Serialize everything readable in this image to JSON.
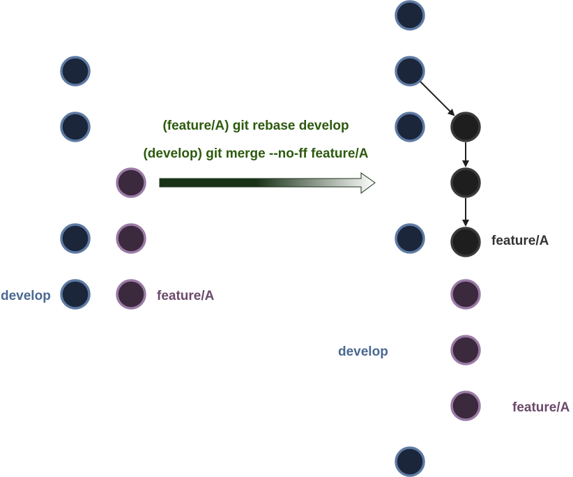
{
  "commands": {
    "rebase": "(feature/A) git rebase develop",
    "merge": "(develop) git merge --no-ff feature/A"
  },
  "before": {
    "develop_label": "develop",
    "feature_label": "feature/A"
  },
  "after": {
    "rebased_feature_label": "feature/A",
    "develop_label": "develop",
    "feature_label": "feature/A"
  },
  "colors": {
    "develop_fill": "#1b263b",
    "develop_stroke": "#5e7aa3",
    "feature_fill": "#3b2a3d",
    "feature_stroke": "#9a7aa6",
    "rebased_fill": "#1e1e1e",
    "rebased_stroke": "#3a3a3a",
    "develop_text": "#4a6891",
    "feature_text": "#6b4a6b",
    "command_text": "#2d5a0e",
    "dark_text": "#333333",
    "arrow_fill": "#1a3318"
  }
}
